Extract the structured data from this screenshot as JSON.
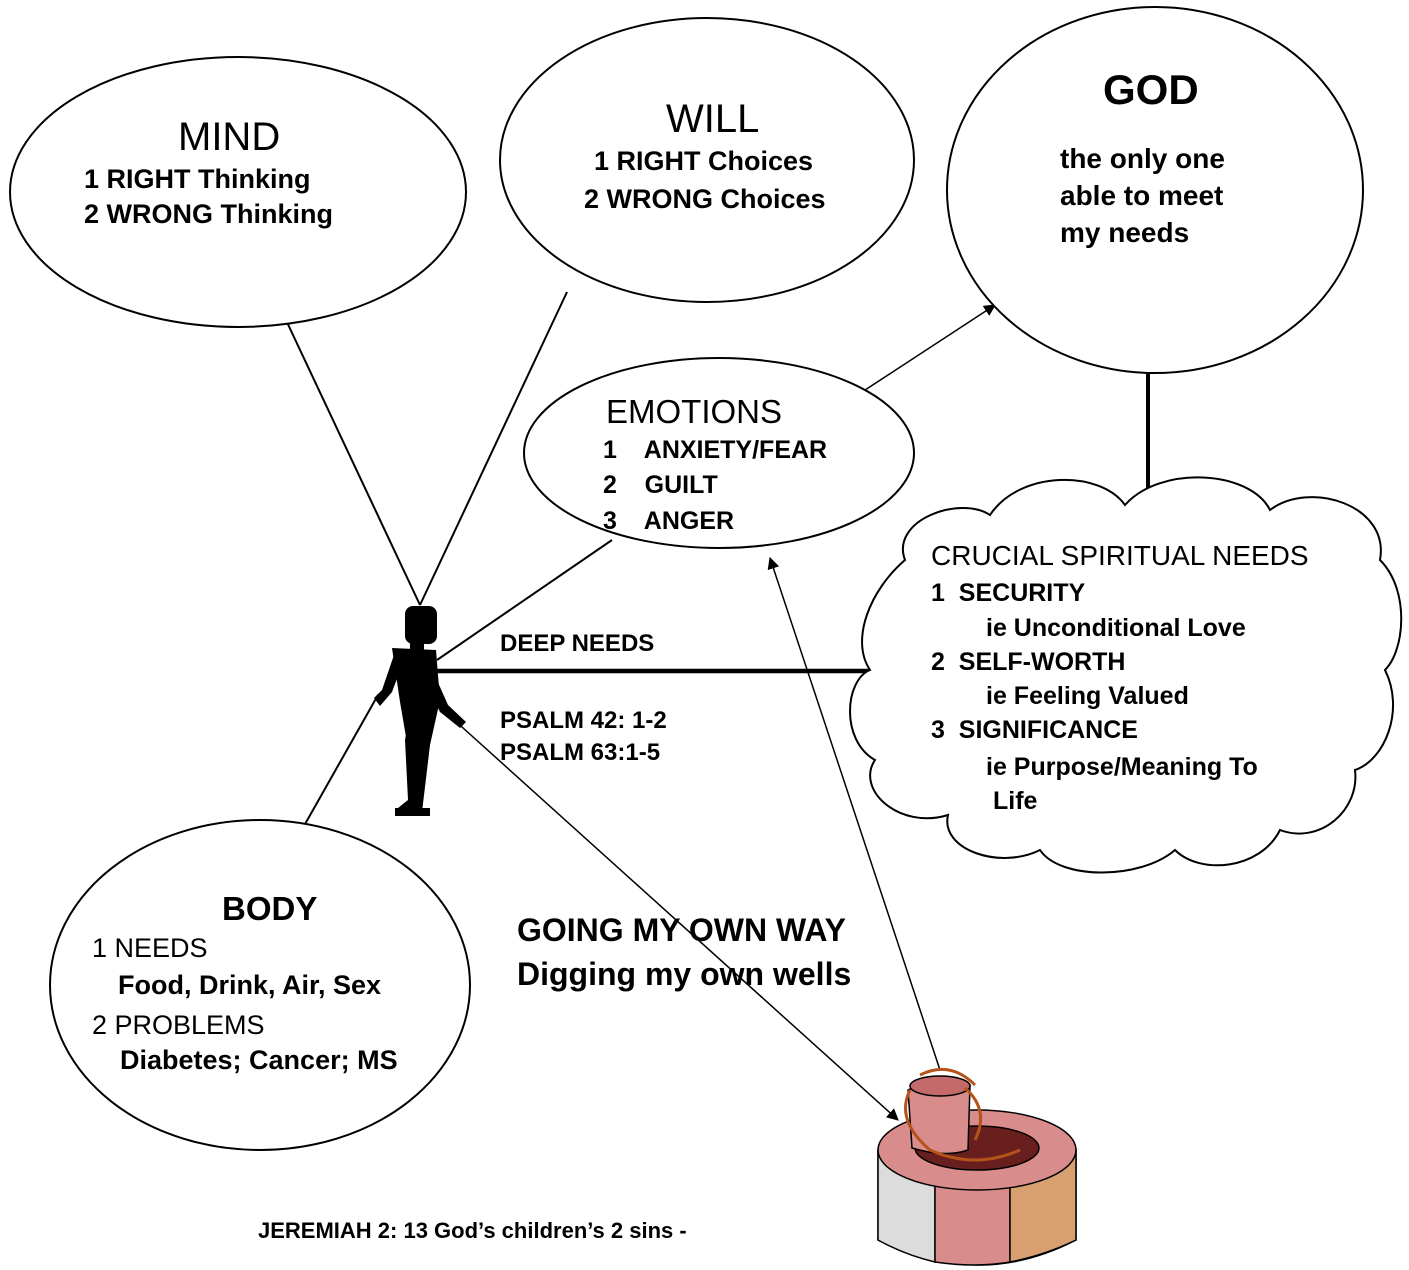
{
  "mind": {
    "title": "MIND",
    "items": [
      "1 RIGHT Thinking",
      "2 WRONG Thinking"
    ]
  },
  "will": {
    "title": "WILL",
    "items": [
      "1 RIGHT Choices",
      "2 WRONG Choices"
    ]
  },
  "god": {
    "title": "GOD",
    "lines": [
      "the only one",
      "able to meet",
      "my needs"
    ]
  },
  "emotions": {
    "title": "EMOTIONS",
    "items": [
      "1    ANXIETY/FEAR",
      "2    GUILT",
      "3    ANGER"
    ]
  },
  "needs_cloud": {
    "title": "CRUCIAL SPIRITUAL NEEDS",
    "items": [
      "1  SECURITY",
      "ie Unconditional Love",
      "2  SELF-WORTH",
      "ie Feeling Valued",
      "3  SIGNIFICANCE",
      "ie Purpose/Meaning To",
      "Life"
    ]
  },
  "body_circle": {
    "title": "BODY",
    "items": [
      "1 NEEDS",
      "Food, Drink, Air, Sex",
      "2 PROBLEMS",
      "Diabetes; Cancer; MS"
    ]
  },
  "arrow_labels": {
    "deep_needs": "DEEP NEEDS",
    "psalm_1": "PSALM 42: 1-2",
    "psalm_2": "PSALM 63:1-5"
  },
  "own_way": {
    "line1": "GOING MY OWN WAY",
    "line2": "Digging my own wells"
  },
  "footer": {
    "jeremiah": "JEREMIAH 2: 13  God’s children’s 2 sins -"
  },
  "icons": {
    "person": "standing-person-icon",
    "well": "water-well-icon"
  },
  "colors": {
    "line": "#000000",
    "well_red": "#a03a3a",
    "well_pink": "#d98c8c",
    "well_gray": "#dcdcdc",
    "well_tan": "#d8a070",
    "rope": "#b5541a"
  }
}
